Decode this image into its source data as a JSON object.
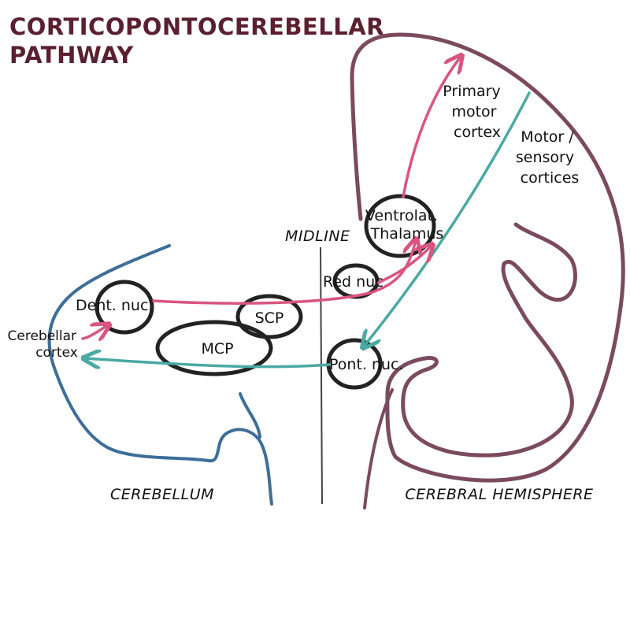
{
  "title_lines": [
    "CORTICOPONTOCEREBELLAR",
    "PATHWAY"
  ],
  "labels": {
    "primary_motor_cortex": [
      "Primary",
      "motor",
      "cortex"
    ],
    "motor_sensory_cortices": [
      "Motor /",
      "sensory",
      "cortices"
    ],
    "ventrolat_thalamus": [
      "Ventrolat.",
      "Thalamus"
    ],
    "midline": "MIDLINE",
    "red_nuc": "Red nuc",
    "dent_nuc": "Dent. nuc.",
    "scp": "SCP",
    "mcp": "MCP",
    "cerebellar_cortex": [
      "Cerebellar",
      "cortex"
    ],
    "pont_nuc": "Pont. nuc.",
    "cerebellum": "CEREBELLUM",
    "cerebral_hemisphere": "CEREBRAL HEMISPHERE"
  },
  "colors": {
    "title": "#5a2030",
    "hemisphere_outline": "#7b4a5e",
    "cerebellum_outline": "#3e6e98",
    "nucleus_outline": "#222222",
    "pink_pathway": "#d9557f",
    "teal_pathway": "#4aa9a3",
    "midline": "#444444",
    "text": "#111111"
  }
}
